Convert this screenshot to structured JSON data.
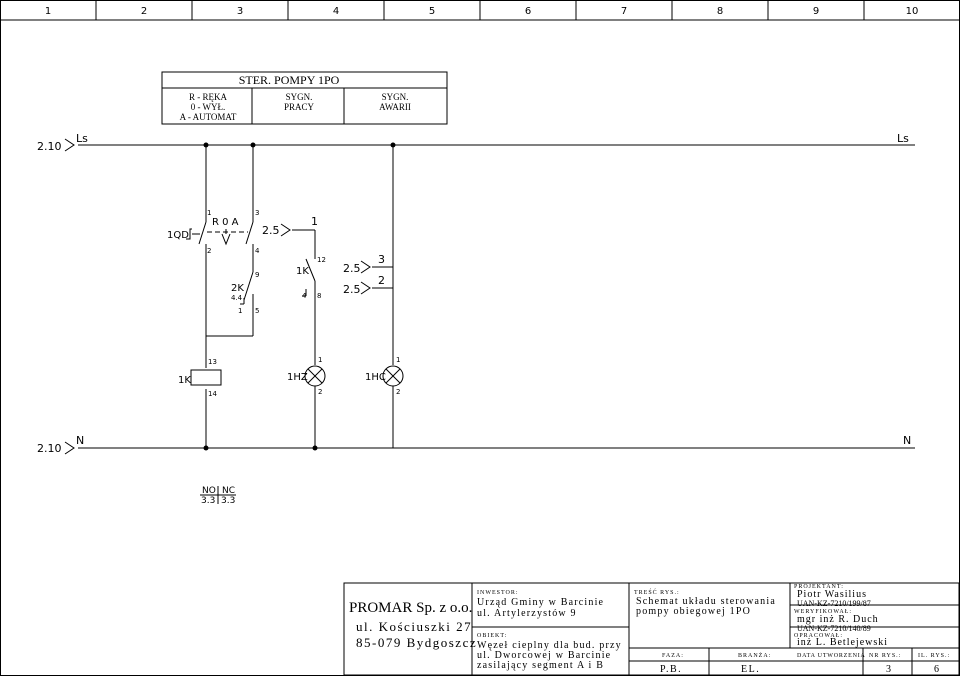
{
  "columns": [
    "1",
    "2",
    "3",
    "4",
    "5",
    "6",
    "7",
    "8",
    "9",
    "10"
  ],
  "legend": {
    "title": "STER. POMPY 1PO",
    "mode_lines": [
      "R - RĘKA",
      "0 - WYŁ.",
      "A - AUTOMAT"
    ],
    "sygn_pracy": [
      "SYGN.",
      "PRACY"
    ],
    "sygn_awarii": [
      "SYGN.",
      "AWARII"
    ]
  },
  "bus": {
    "top_ref": "2.10",
    "top_label": "Ls",
    "top_label_right": "Ls",
    "bottom_ref": "2.10",
    "bottom_label": "N",
    "bottom_label_right": "N"
  },
  "switch": {
    "name": "1QD",
    "positions": "R 0 A",
    "t1": "1",
    "t3": "3",
    "t2": "2",
    "t4": "4"
  },
  "contact_2k": {
    "name": "2K",
    "ref": "4.4",
    "t9": "9",
    "t1": "1",
    "t5": "5"
  },
  "contact_1k": {
    "name": "1K",
    "t12": "12",
    "t4": "4",
    "t8": "8"
  },
  "cross_refs": [
    {
      "ref": "2.5",
      "num": "1"
    },
    {
      "ref": "2.5",
      "num": "3"
    },
    {
      "ref": "2.5",
      "num": "2"
    }
  ],
  "coil_1k": {
    "name": "1K",
    "t13": "13",
    "t14": "14"
  },
  "lamp_1hz": {
    "name": "1HZ",
    "t1": "1",
    "t2": "2"
  },
  "lamp_1hc": {
    "name": "1HC",
    "t1": "1",
    "t2": "2"
  },
  "contact_table": {
    "h1": "NO",
    "h2": "NC",
    "v1": "3.3",
    "v2": "3.3"
  },
  "title_block": {
    "company": "PROMAR Sp. z o.o.",
    "street": "ul. Kościuszki 27",
    "city": "85-079 Bydgoszcz",
    "investor_label": "INWESTOR:",
    "investor_line1": "Urząd Gminy w Barcinie",
    "investor_line2": "ul. Artylerzystów 9",
    "object_label": "OBIEKT:",
    "object_line1": "Węzeł cieplny dla bud. przy",
    "object_line2": "ul. Dworcowej w Barcinie",
    "object_line3": "zasilający segment A i B",
    "content_label": "TREŚĆ RYS.:",
    "content_line1": "Schemat układu sterowania",
    "content_line2": "pompy obiegowej 1PO",
    "faza_label": "FAZA:",
    "faza_value": "P.B.",
    "branza_label": "BRANŻA:",
    "branza_value": "EL.",
    "projektant_label": "PROJEKTANT:",
    "projektant_name": "Piotr Wasilius",
    "projektant_no": "UAN-KZ-7210/199/87",
    "wykonal_label": "WERYFIKOWAŁ:",
    "wykonal_name": "mgr inż R. Duch",
    "wykonal_no": "UAN-KZ-7210/140/89",
    "opracowal_label": "OPRACOWAŁ:",
    "opracowal_name": "inż L. Betlejewski",
    "date_label": "DATA UTWORZENIA",
    "nr_label": "NR RYS.:",
    "nr_value": "3",
    "il_label": "IL. RYS.:",
    "il_value": "6"
  }
}
